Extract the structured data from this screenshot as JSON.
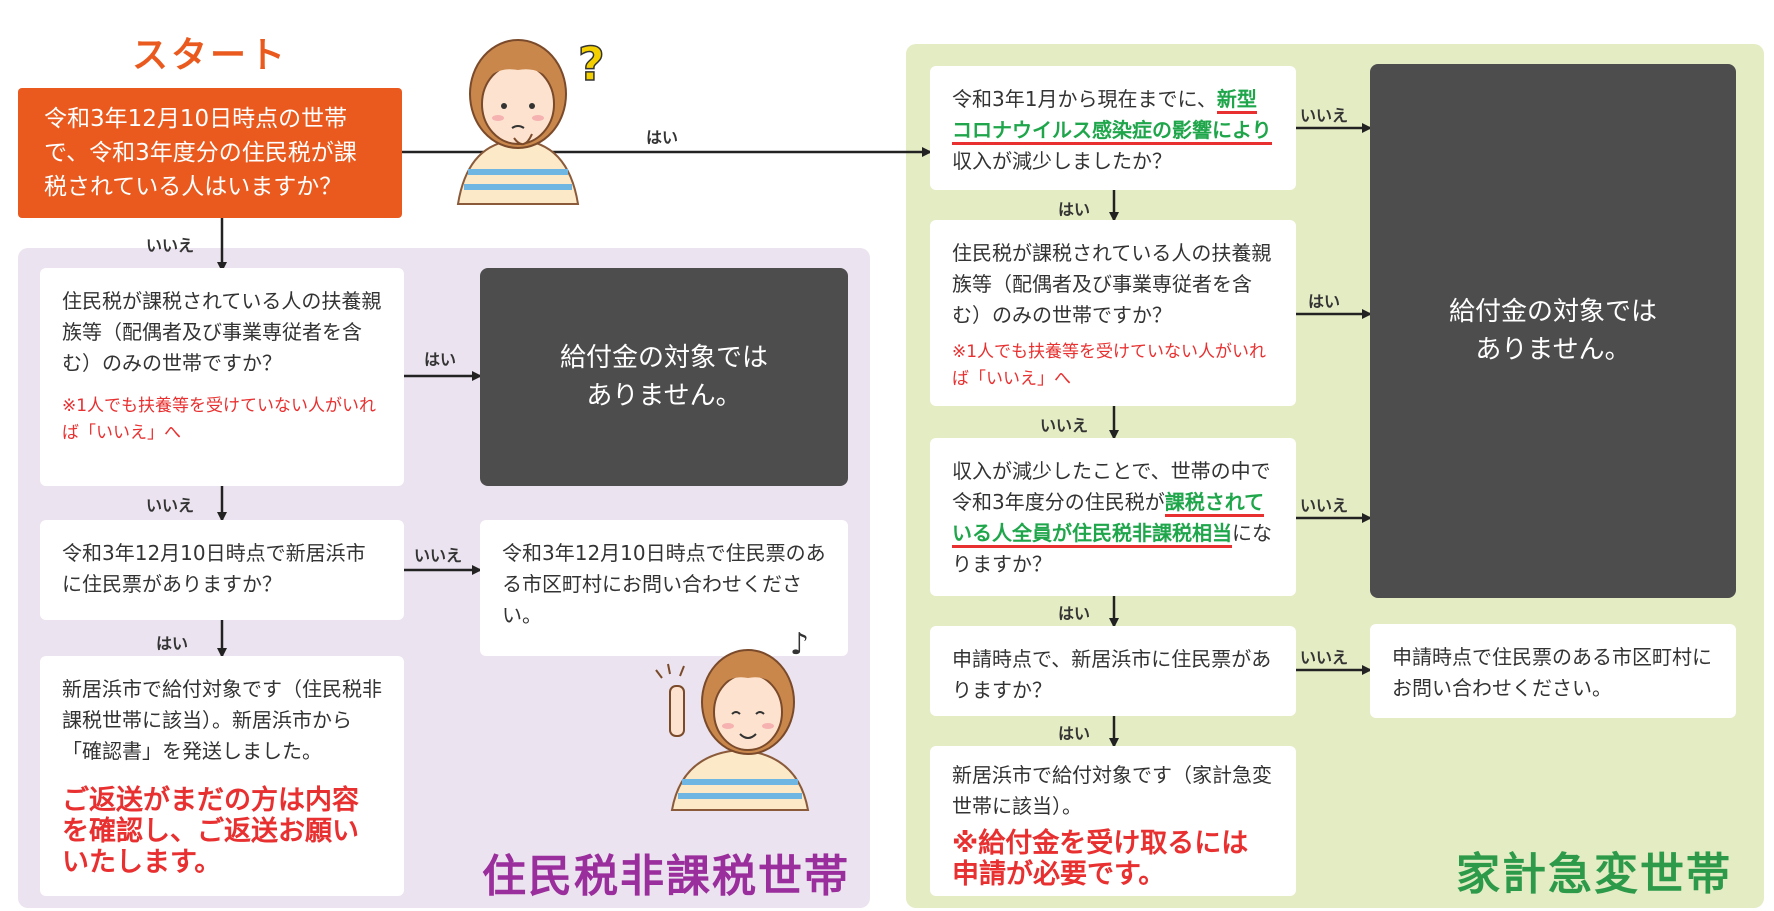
{
  "start": {
    "title": "スタート",
    "question": "令和3年12月10日時点の世帯で、令和3年度分の住民税が課税されている人はいますか？"
  },
  "left_panel": {
    "title": "住民税非課税世帯",
    "q1": "住民税が課税されている人の扶養親族等（配偶者及び事業専従者を含む）のみの世帯ですか？",
    "q1_note": "※1人でも扶養等を受けていない人がいれば「いいえ」へ",
    "q1_result": "給付金の対象では\nありません。",
    "q2": "令和3年12月10日時点で新居浜市に住民票がありますか？",
    "q2_result": "令和3年12月10日時点で住民票のある市区町村にお問い合わせください。",
    "final": "新居浜市で給付対象です（住民税非課税世帯に該当）。新居浜市から「確認書」を発送しました。",
    "final_note": "ご返送がまだの方は内容を確認し、ご返送お願いいたします。"
  },
  "right_panel": {
    "title": "家計急変世帯",
    "q1_pre": "令和3年1月から現在までに、",
    "q1_hl": "新型コロナウイルス感染症の影響により",
    "q1_post": "収入が減少しましたか？",
    "q2": "住民税が課税されている人の扶養親族等（配偶者及び事業専従者を含む）のみの世帯ですか？",
    "q2_note": "※1人でも扶養等を受けていない人がいれば「いいえ」へ",
    "q3_pre": "収入が減少したことで、世帯の中で令和3年度分の住民税が",
    "q3_hl": "課税されている人全員が住民税非課税相当",
    "q3_post": "になりますか？",
    "result": "給付金の対象では\nありません。",
    "q4": "申請時点で、新居浜市に住民票がありますか？",
    "q4_result": "申請時点で住民票のある市区町村にお問い合わせください。",
    "final": "新居浜市で給付対象です（家計急変世帯に該当）。",
    "final_note": "※給付金を受け取るには申請が必要です。"
  },
  "labels": {
    "yes": "はい",
    "no": "いいえ"
  },
  "colors": {
    "start": "#ea5a1e",
    "left_panel_bg": "#ebe3ef",
    "right_panel_bg": "#e4ecc4",
    "result_box": "#4d4d4d",
    "note_red": "#e83030",
    "highlight_green": "#1fa64b",
    "title_purple": "#9a2e9c",
    "title_green": "#2d9a4a"
  }
}
